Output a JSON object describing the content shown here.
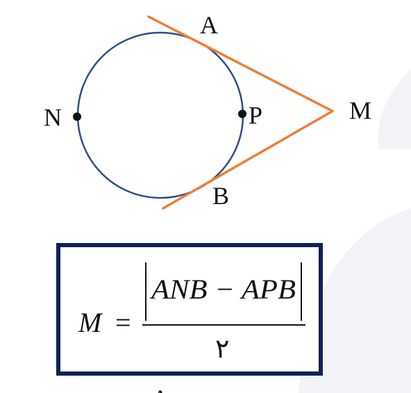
{
  "diagram": {
    "points": {
      "A": "A",
      "B": "B",
      "M": "M",
      "N": "N",
      "P": "P"
    },
    "colors": {
      "circle": "#2f4b8a",
      "tangents": "#ef7d32",
      "frame": "#0e1f5b",
      "watermark": "#f1f3f8",
      "text": "#111111"
    }
  },
  "formula": {
    "lhs": "M",
    "equals": "=",
    "numerator": "ANB − APB",
    "denominator": "٢"
  },
  "bottom_fragment": {
    "text": "A"
  }
}
